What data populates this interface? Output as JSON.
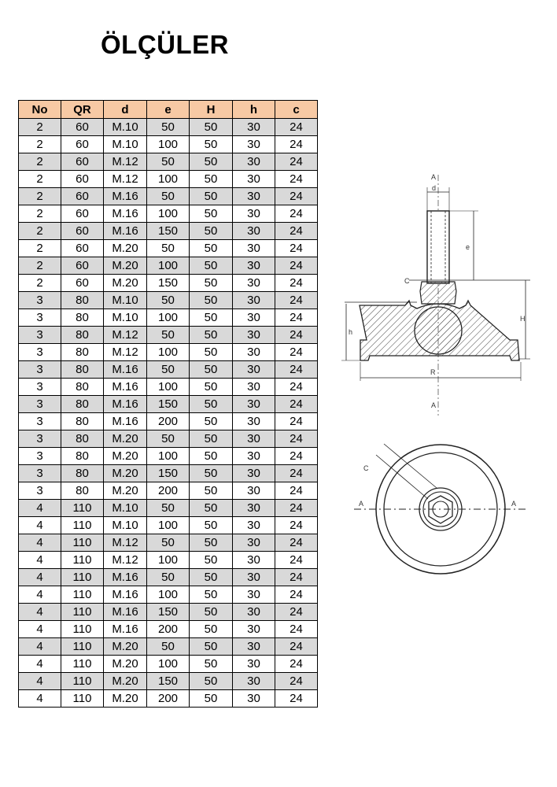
{
  "title": "ÖLÇÜLER",
  "table": {
    "headers": [
      "No",
      "QR",
      "d",
      "e",
      "H",
      "h",
      "c"
    ],
    "rows": [
      [
        "2",
        "60",
        "M.10",
        "50",
        "50",
        "30",
        "24"
      ],
      [
        "2",
        "60",
        "M.10",
        "100",
        "50",
        "30",
        "24"
      ],
      [
        "2",
        "60",
        "M.12",
        "50",
        "50",
        "30",
        "24"
      ],
      [
        "2",
        "60",
        "M.12",
        "100",
        "50",
        "30",
        "24"
      ],
      [
        "2",
        "60",
        "M.16",
        "50",
        "50",
        "30",
        "24"
      ],
      [
        "2",
        "60",
        "M.16",
        "100",
        "50",
        "30",
        "24"
      ],
      [
        "2",
        "60",
        "M.16",
        "150",
        "50",
        "30",
        "24"
      ],
      [
        "2",
        "60",
        "M.20",
        "50",
        "50",
        "30",
        "24"
      ],
      [
        "2",
        "60",
        "M.20",
        "100",
        "50",
        "30",
        "24"
      ],
      [
        "2",
        "60",
        "M.20",
        "150",
        "50",
        "30",
        "24"
      ],
      [
        "3",
        "80",
        "M.10",
        "50",
        "50",
        "30",
        "24"
      ],
      [
        "3",
        "80",
        "M.10",
        "100",
        "50",
        "30",
        "24"
      ],
      [
        "3",
        "80",
        "M.12",
        "50",
        "50",
        "30",
        "24"
      ],
      [
        "3",
        "80",
        "M.12",
        "100",
        "50",
        "30",
        "24"
      ],
      [
        "3",
        "80",
        "M.16",
        "50",
        "50",
        "30",
        "24"
      ],
      [
        "3",
        "80",
        "M.16",
        "100",
        "50",
        "30",
        "24"
      ],
      [
        "3",
        "80",
        "M.16",
        "150",
        "50",
        "30",
        "24"
      ],
      [
        "3",
        "80",
        "M.16",
        "200",
        "50",
        "30",
        "24"
      ],
      [
        "3",
        "80",
        "M.20",
        "50",
        "50",
        "30",
        "24"
      ],
      [
        "3",
        "80",
        "M.20",
        "100",
        "50",
        "30",
        "24"
      ],
      [
        "3",
        "80",
        "M.20",
        "150",
        "50",
        "30",
        "24"
      ],
      [
        "3",
        "80",
        "M.20",
        "200",
        "50",
        "30",
        "24"
      ],
      [
        "4",
        "110",
        "M.10",
        "50",
        "50",
        "30",
        "24"
      ],
      [
        "4",
        "110",
        "M.10",
        "100",
        "50",
        "30",
        "24"
      ],
      [
        "4",
        "110",
        "M.12",
        "50",
        "50",
        "30",
        "24"
      ],
      [
        "4",
        "110",
        "M.12",
        "100",
        "50",
        "30",
        "24"
      ],
      [
        "4",
        "110",
        "M.16",
        "50",
        "50",
        "30",
        "24"
      ],
      [
        "4",
        "110",
        "M.16",
        "100",
        "50",
        "30",
        "24"
      ],
      [
        "4",
        "110",
        "M.16",
        "150",
        "50",
        "30",
        "24"
      ],
      [
        "4",
        "110",
        "M.16",
        "200",
        "50",
        "30",
        "24"
      ],
      [
        "4",
        "110",
        "M.20",
        "50",
        "50",
        "30",
        "24"
      ],
      [
        "4",
        "110",
        "M.20",
        "100",
        "50",
        "30",
        "24"
      ],
      [
        "4",
        "110",
        "M.20",
        "150",
        "50",
        "30",
        "24"
      ],
      [
        "4",
        "110",
        "M.20",
        "200",
        "50",
        "30",
        "24"
      ]
    ]
  },
  "drawing": {
    "labels": {
      "A": "A",
      "d": "d",
      "e": "e",
      "C": "C",
      "h": "h",
      "H": "H",
      "R": "R"
    }
  }
}
